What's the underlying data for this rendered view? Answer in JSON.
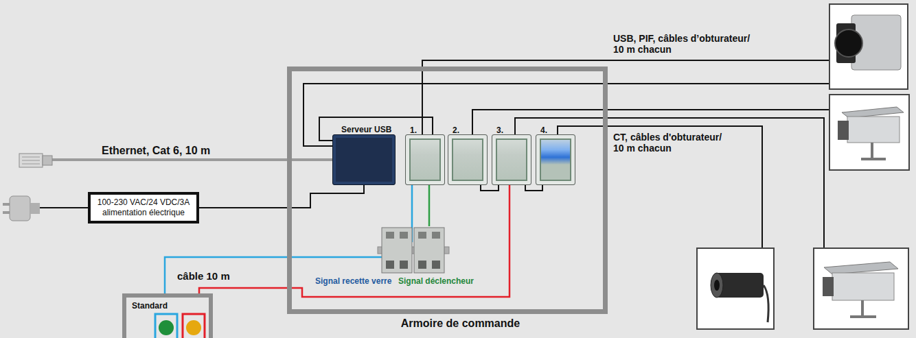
{
  "diagram": {
    "nodes": [
      {
        "text": [
          "Armoire de commande"
        ]
      },
      {
        "text": [
          "Serveur USB"
        ],
        "in": 0
      },
      {
        "text": [
          "1."
        ],
        "in": 0
      },
      {
        "text": [
          "2."
        ],
        "in": 0
      },
      {
        "text": [
          "3."
        ],
        "in": 0
      },
      {
        "text": [
          "4."
        ],
        "in": 0
      },
      {
        "text": [
          "100-230 VAC/24 VDC/3A alimentation électrique"
        ]
      },
      {
        "text": [
          "Standard"
        ]
      }
    ],
    "edges": [
      {
        "from": 6,
        "to": 1,
        "arrow": "none"
      },
      {
        "from": 7,
        "to": 2,
        "arrow": "none"
      },
      {
        "from": 7,
        "to": 4,
        "arrow": "none"
      }
    ],
    "labels": [
      "Ethernet, Cat 6, 10 m",
      "USB, PIF, câbles d’obturateur/ 10 m chacun",
      "CT, câbles d'obturateur/ 10 m chacun",
      "câble 10 m",
      "Signal recette verre",
      "Signal déclencheur"
    ]
  }
}
